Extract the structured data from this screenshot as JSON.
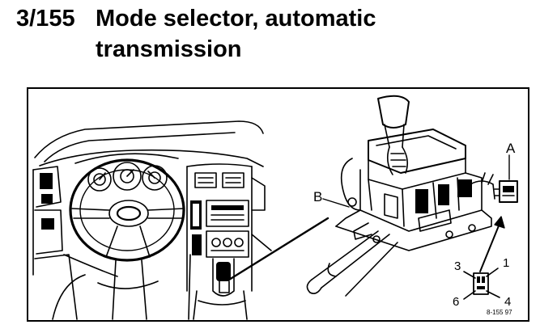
{
  "heading": {
    "section_number": "3/155",
    "title_line_1": "Mode selector, automatic",
    "title_line_2": "transmission"
  },
  "figure": {
    "callouts": {
      "a": "A",
      "b": "B",
      "n1": "1",
      "n3": "3",
      "n4": "4",
      "n6": "6"
    },
    "figure_code": "8-155  97"
  }
}
